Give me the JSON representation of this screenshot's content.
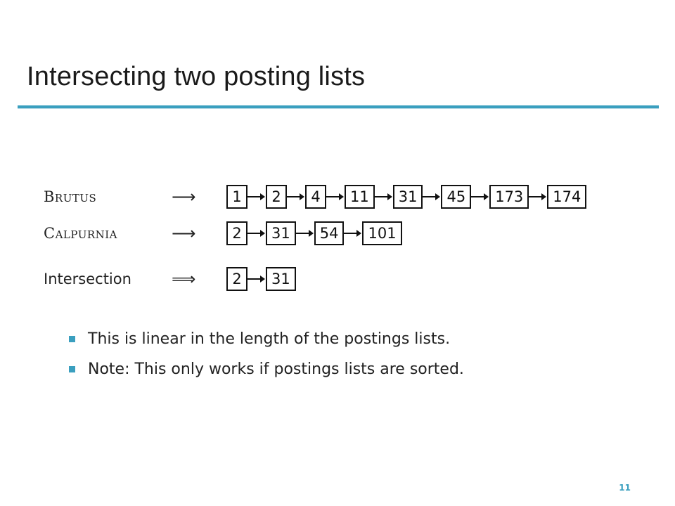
{
  "slide": {
    "title": "Intersecting two posting lists",
    "page_number": "11",
    "accent_color": "#3a9fbf"
  },
  "diagram": {
    "rows": [
      {
        "label": "Brutus",
        "arrow": "⟶",
        "postings": [
          "1",
          "2",
          "4",
          "11",
          "31",
          "45",
          "173",
          "174"
        ]
      },
      {
        "label": "Calpurnia",
        "arrow": "⟶",
        "postings": [
          "2",
          "31",
          "54",
          "101"
        ]
      },
      {
        "label": "Intersection",
        "arrow": "⟹",
        "postings": [
          "2",
          "31"
        ]
      }
    ]
  },
  "bullets": [
    "This is linear in the length of the postings lists.",
    "Note: This only works if postings lists are sorted."
  ]
}
